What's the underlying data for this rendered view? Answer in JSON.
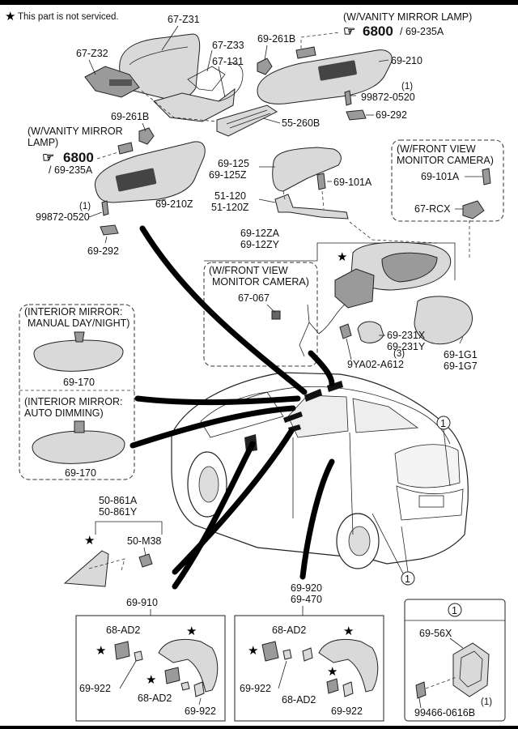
{
  "legend": {
    "star": "★",
    "text": "This part is not serviced."
  },
  "labels": {
    "z31": "67-Z31",
    "z32": "67-Z32",
    "z33": "67-Z33",
    "p131": "67-131",
    "v261b_top": "69-261B",
    "vanity_lamp_top_1": "(W/VANITY MIRROR LAMP)",
    "ref6800_top": "6800",
    "ref235_top": "/ 69-235A",
    "v210": "69-210",
    "s99872_top_q": "(1)",
    "s99872_top": "99872-0520",
    "v292_top": "69-292",
    "p55260b": "55-260B",
    "v261b_left": "69-261B",
    "vanity_lamp_left_1": "(W/VANITY MIRROR",
    "vanity_lamp_left_2": "LAMP)",
    "ref6800_left": "6800",
    "ref235_left": "/ 69-235A",
    "v210z": "69-210Z",
    "s99872_left_q": "(1)",
    "s99872_left": "99872-0520",
    "v292_left": "69-292",
    "m125": "69-125",
    "m125z": "69-125Z",
    "m101a": "69-101A",
    "h51120": "51-120",
    "h51120z": "51-120Z",
    "fvmc_right_1": "(W/FRONT VIEW",
    "fvmc_right_2": "MONITOR CAMERA)",
    "m101a_r": "69-101A",
    "rcx": "67-RCX",
    "m12za": "69-12ZA",
    "m12zy": "69-12ZY",
    "fvmc_left_1": "(W/FRONT VIEW",
    "fvmc_left_2": "MONITOR CAMERA)",
    "c067": "67-067",
    "m231x": "69-231X",
    "m231y": "69-231Y",
    "s9ya_q": "(3)",
    "s9ya": "9YA02-A612",
    "m1g1": "69-1G1",
    "m1g7": "69-1G7",
    "im_manual_1": "(INTERIOR MIRROR:",
    "im_manual_2": "MANUAL DAY/NIGHT)",
    "im170_a": "69-170",
    "im_auto_1": "(INTERIOR MIRROR:",
    "im_auto_2": "AUTO DIMMING)",
    "im170_b": "69-170",
    "p861a": "50-861A",
    "p861y": "50-861Y",
    "pm38": "50-M38",
    "c1_a": "1",
    "c1_b": "1",
    "g910": "69-910",
    "ad2_a": "68-AD2",
    "ad2_b": "68-AD2",
    "g922_a": "69-922",
    "g922_b": "69-922",
    "g920": "69-920",
    "g470": "69-470",
    "ad2_c": "68-AD2",
    "ad2_d": "68-AD2",
    "g922_c": "69-922",
    "g922_d": "69-922",
    "c1_box": "1",
    "p56x": "69-56X",
    "s99466_q": "(1)",
    "s99466": "99466-0616B"
  }
}
